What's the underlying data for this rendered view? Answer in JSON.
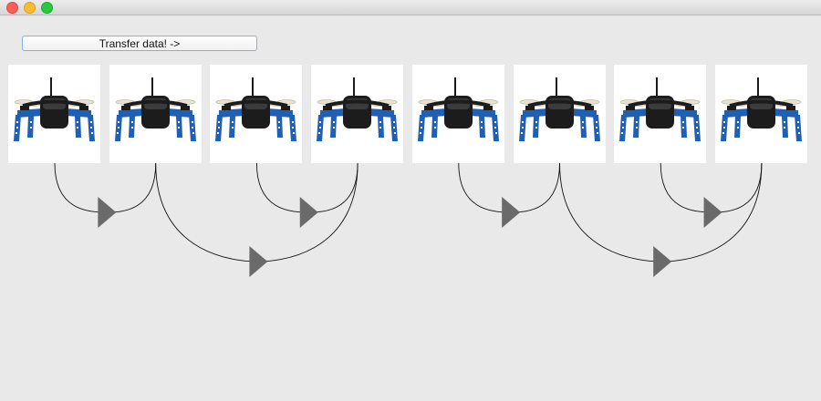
{
  "window": {
    "controls": [
      "close",
      "minimize",
      "zoom"
    ]
  },
  "toolbar": {
    "transfer_label": "Transfer data! ->"
  },
  "drones": [
    {
      "icon": "drone-icon"
    },
    {
      "icon": "drone-icon"
    },
    {
      "icon": "drone-icon"
    },
    {
      "icon": "drone-icon"
    },
    {
      "icon": "drone-icon"
    },
    {
      "icon": "drone-icon"
    },
    {
      "icon": "drone-icon"
    },
    {
      "icon": "drone-icon"
    }
  ],
  "transfer_tree": {
    "levels": [
      [
        [
          1,
          2
        ],
        [
          3,
          4
        ],
        [
          5,
          6
        ],
        [
          7,
          8
        ]
      ],
      [
        [
          2,
          4
        ],
        [
          6,
          8
        ]
      ]
    ]
  },
  "colors": {
    "background": "#e9e9e9",
    "button_border": "#7fb1ef",
    "arrow": "#6a6a6a",
    "wire": "#111111",
    "drone_frame": "#1f5fb4",
    "drone_body": "#1c1c1c"
  }
}
